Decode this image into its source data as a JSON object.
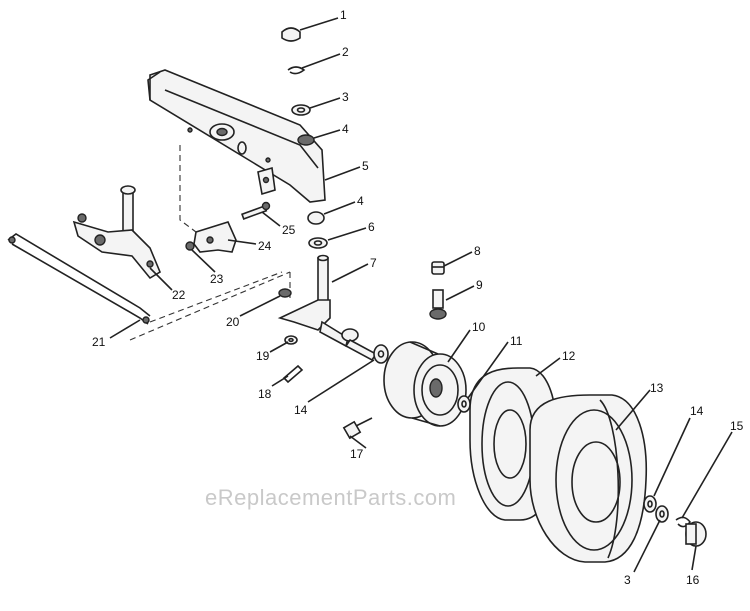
{
  "watermark": "eReplacementParts.com",
  "callouts": {
    "c1": "1",
    "c2": "2",
    "c3a": "3",
    "c4a": "4",
    "c5": "5",
    "c4b": "4",
    "c6": "6",
    "c7": "7",
    "c8": "8",
    "c9": "9",
    "c10": "10",
    "c11": "11",
    "c12": "12",
    "c13": "13",
    "c14a": "14",
    "c14b": "14",
    "c15": "15",
    "c16": "16",
    "c3b": "3",
    "c17": "17",
    "c18": "18",
    "c19": "19",
    "c20": "20",
    "c21": "21",
    "c22": "22",
    "c23": "23",
    "c24": "24",
    "c25": "25"
  }
}
